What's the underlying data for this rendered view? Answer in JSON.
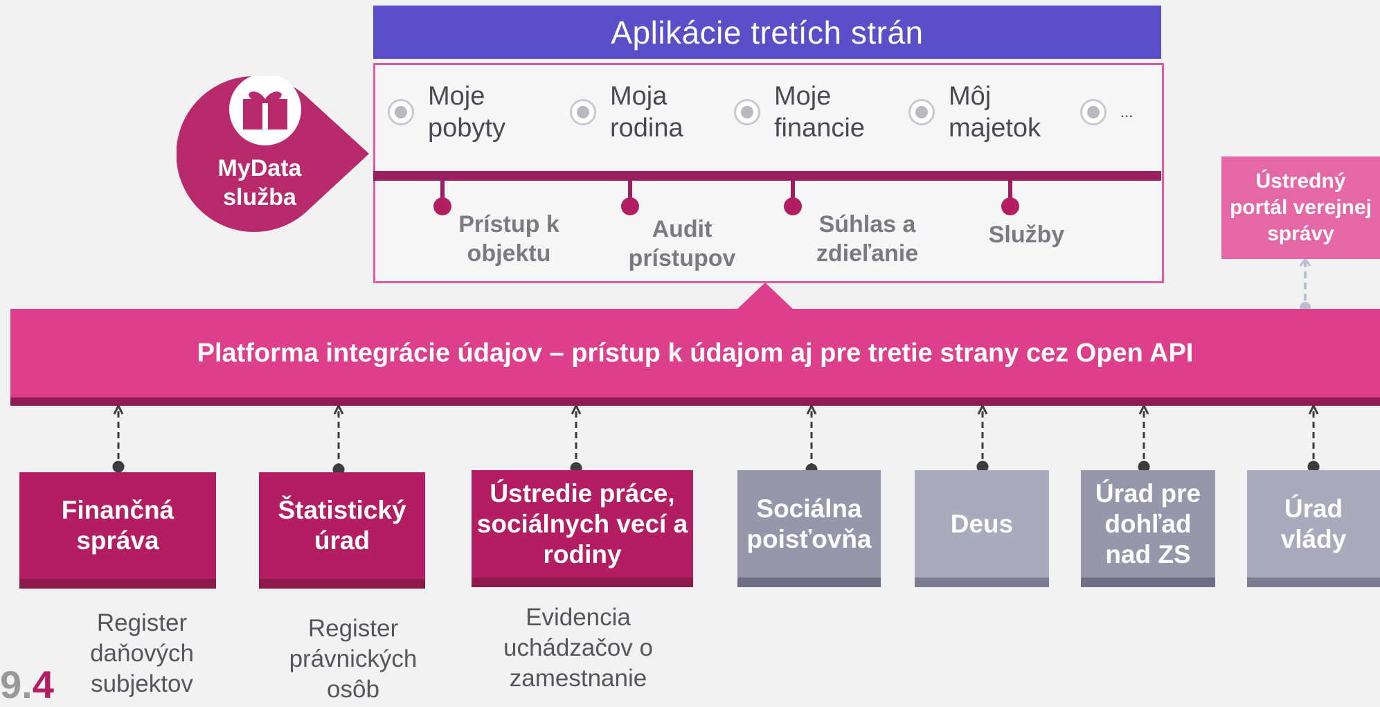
{
  "apps": {
    "header": "Aplikácie tretích strán",
    "items": [
      {
        "label": "Moje\npobyty"
      },
      {
        "label": "Moja\nrodina"
      },
      {
        "label": "Moje\nfinancie"
      },
      {
        "label": "Môj\nmajetok"
      },
      {
        "label": "..."
      }
    ]
  },
  "features": [
    {
      "label": "Prístup k\nobjektu"
    },
    {
      "label": "Audit\nprístupov"
    },
    {
      "label": "Súhlas a\nzdieľanie"
    },
    {
      "label": "Služby"
    }
  ],
  "mydata": {
    "label": "MyData\nslužba",
    "icon": "gift-icon"
  },
  "portal": {
    "label": "Ústredný\nportál verejnej\nsprávy"
  },
  "platform": {
    "label": "Platforma integrácie údajov – prístup k údajom aj pre tretie strany cez Open API"
  },
  "agencies": [
    {
      "label": "Finančná\nspráva",
      "register": "Register\ndaňových\nsubjektov"
    },
    {
      "label": "Štatistický\núrad",
      "register": "Register\nprávnických\nosôb"
    },
    {
      "label": "Ústredie práce,\nsociálnych vecí a\nrodiny",
      "register": "Evidencia\nuchádzačov o\nzamestnanie"
    },
    {
      "label": "Sociálna\npoisťovňa",
      "register": ""
    },
    {
      "label": "Deus",
      "register": ""
    },
    {
      "label": "Úrad pre\ndohľad\nnad ZS",
      "register": ""
    },
    {
      "label": "Úrad\nvlády",
      "register": ""
    }
  ],
  "page_number": {
    "main": "9",
    "sep": ".",
    "accent": "4"
  },
  "colors": {
    "header": "#5a4fc8",
    "magenta": "#dd3f8a",
    "dark_magenta": "#b31e63",
    "grey_box": "#9697ab",
    "light_grey_box": "#a9aabb"
  }
}
